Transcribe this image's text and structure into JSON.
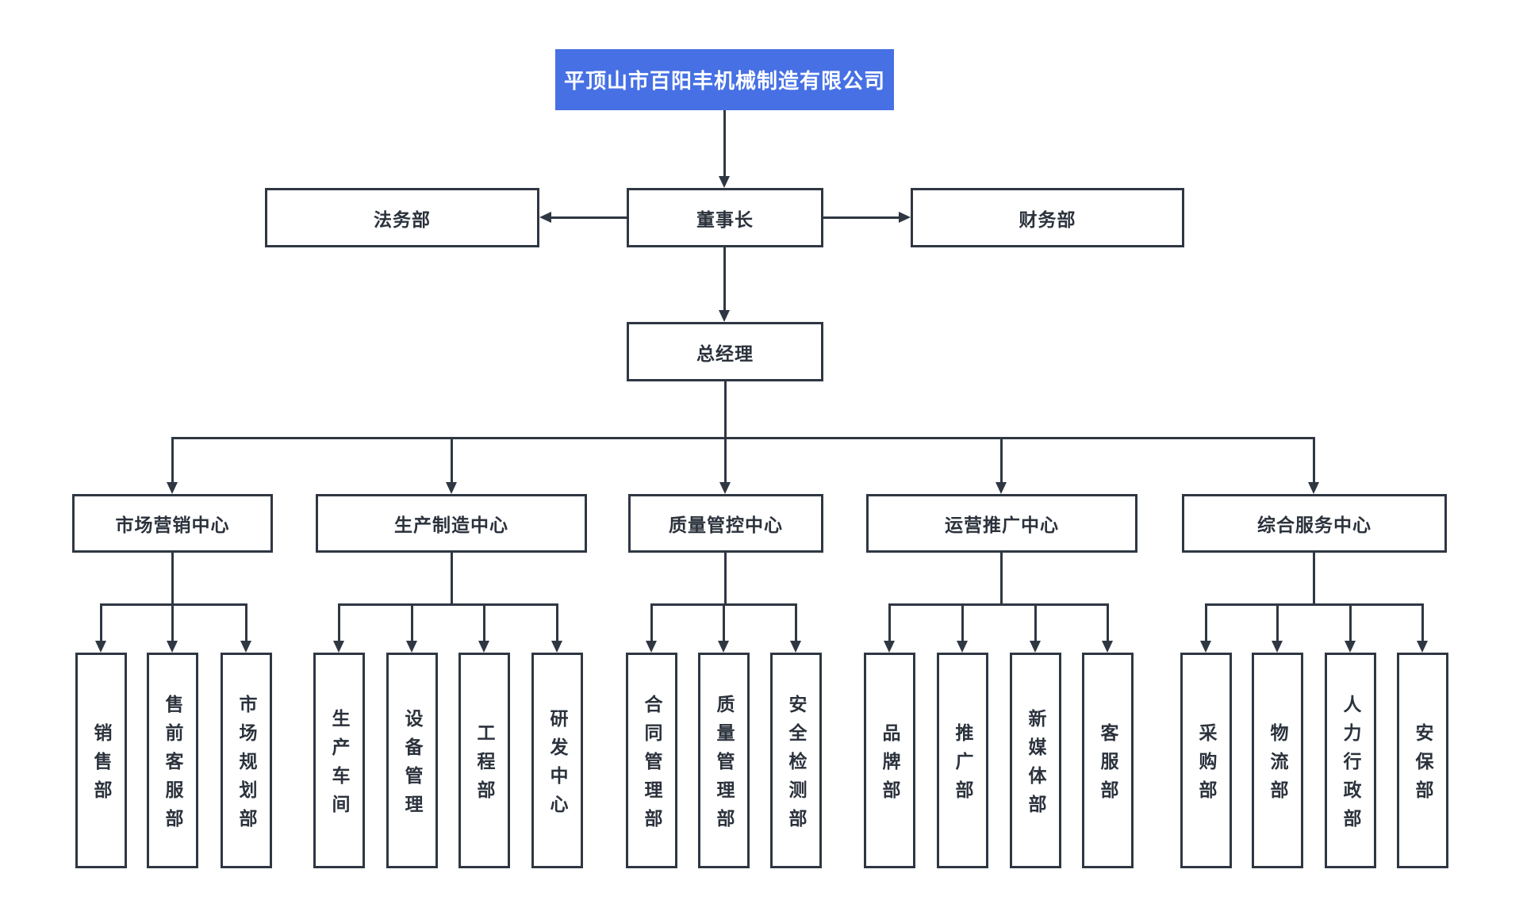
{
  "colors": {
    "accent": "#4670E4",
    "line": "#2F3743",
    "text": "#2B323C",
    "node-bg": "#FFFFFF"
  },
  "org": {
    "company": "平顶山市百阳丰机械制造有限公司",
    "chairman": "董事长",
    "legal": "法务部",
    "finance": "财务部",
    "general_manager": "总经理",
    "centers": [
      {
        "label": "市场营销中心",
        "departments": [
          "销售部",
          "售前客服部",
          "市场规划部"
        ]
      },
      {
        "label": "生产制造中心",
        "departments": [
          "生产车间",
          "设备管理",
          "工程部",
          "研发中心"
        ]
      },
      {
        "label": "质量管控中心",
        "departments": [
          "合同管理部",
          "质量管理部",
          "安全检测部"
        ]
      },
      {
        "label": "运营推广中心",
        "departments": [
          "品牌部",
          "推广部",
          "新媒体部",
          "客服部"
        ]
      },
      {
        "label": "综合服务中心",
        "departments": [
          "采购部",
          "物流部",
          "人力行政部",
          "安保部"
        ]
      }
    ]
  }
}
